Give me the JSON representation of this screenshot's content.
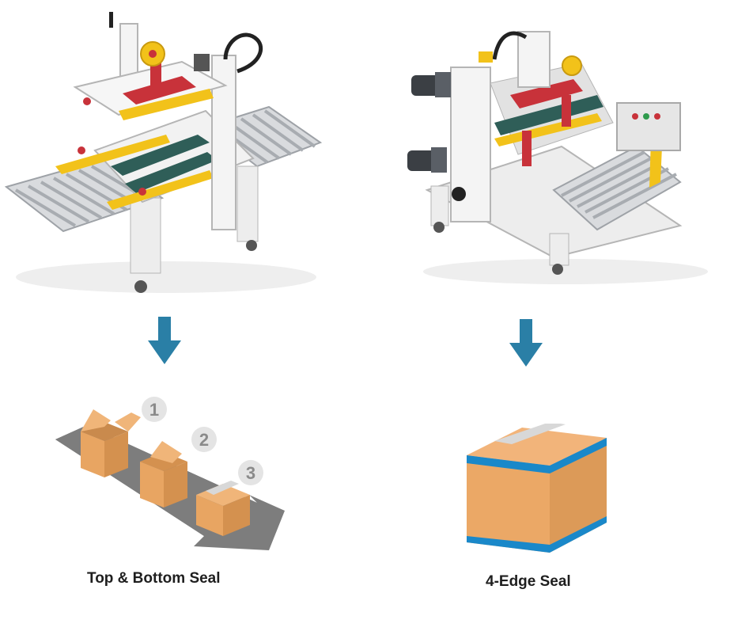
{
  "left": {
    "caption": "Top & Bottom Seal",
    "steps": [
      "1",
      "2",
      "3"
    ]
  },
  "right": {
    "caption": "4-Edge Seal"
  },
  "colors": {
    "arrow": "#2a7fa6",
    "box": "#e8a562",
    "tape": "#1a88c9",
    "belt": "#7d7d7d",
    "machine_frame": "#e8e8e8",
    "machine_accent_yellow": "#f2c21a",
    "machine_accent_red": "#c8323a"
  }
}
